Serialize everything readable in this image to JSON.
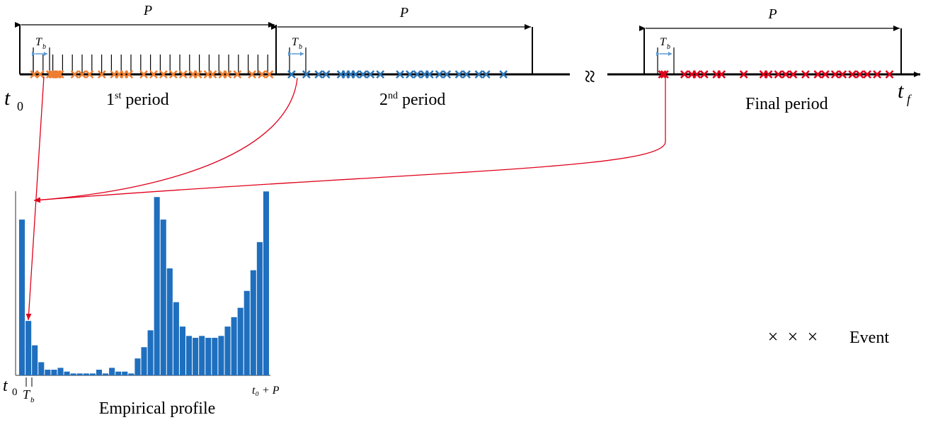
{
  "period_symbol": "P",
  "bin_symbol": "T",
  "bin_subscript": "b",
  "start_time": {
    "symbol": "t",
    "subscript": "0"
  },
  "end_time": {
    "symbol": "t",
    "subscript": "f"
  },
  "periods": [
    {
      "label_main": "1",
      "label_sup": "st",
      "label_rest": " period",
      "event_color": "#ED7D31",
      "event_positions": [
        0.035,
        0.06,
        0.1,
        0.11,
        0.115,
        0.125,
        0.13,
        0.14,
        0.2,
        0.23,
        0.26,
        0.31,
        0.36,
        0.38,
        0.4,
        0.42,
        0.48,
        0.52,
        0.56,
        0.6,
        0.64,
        0.68,
        0.7,
        0.74,
        0.76,
        0.8,
        0.82,
        0.86,
        0.92,
        0.96,
        0.99
      ]
    },
    {
      "label_main": "2",
      "label_sup": "nd",
      "label_rest": " period",
      "event_color": "#2E75B6",
      "event_positions": [
        0.04,
        0.1,
        0.15,
        0.18,
        0.24,
        0.26,
        0.28,
        0.3,
        0.33,
        0.36,
        0.4,
        0.48,
        0.52,
        0.55,
        0.58,
        0.6,
        0.64,
        0.67,
        0.72,
        0.75,
        0.8,
        0.83,
        0.9
      ]
    },
    {
      "label_main": "Final period",
      "label_sup": "",
      "label_rest": "",
      "event_color": "#E0001B",
      "event_positions": [
        0.05,
        0.06,
        0.14,
        0.17,
        0.19,
        0.22,
        0.27,
        0.29,
        0.38,
        0.46,
        0.48,
        0.52,
        0.55,
        0.58,
        0.63,
        0.68,
        0.71,
        0.75,
        0.78,
        0.82,
        0.85,
        0.88,
        0.92,
        0.97
      ]
    }
  ],
  "break_symbol": "≈",
  "histogram": {
    "title": "Empirical profile",
    "x_start_label": {
      "symbol": "t",
      "subscript": "0"
    },
    "x_end_label": "t₀ + P",
    "bar_color": "#1F6FBF",
    "values": [
      0.83,
      0.29,
      0.16,
      0.07,
      0.03,
      0.03,
      0.04,
      0.02,
      0.01,
      0.01,
      0.01,
      0.01,
      0.03,
      0.01,
      0.04,
      0.02,
      0.02,
      0.01,
      0.09,
      0.15,
      0.24,
      0.95,
      0.83,
      0.57,
      0.39,
      0.26,
      0.21,
      0.2,
      0.21,
      0.2,
      0.2,
      0.21,
      0.26,
      0.31,
      0.36,
      0.45,
      0.56,
      0.71,
      0.98
    ]
  },
  "legend": {
    "label": "Event",
    "marker_colors": [
      "#2E75B6",
      "#E0001B",
      "#ED7D31"
    ],
    "marker_symbol": "×"
  },
  "arrow_color": "#E0001B",
  "bin_arrow_color": "#5B9BD5"
}
